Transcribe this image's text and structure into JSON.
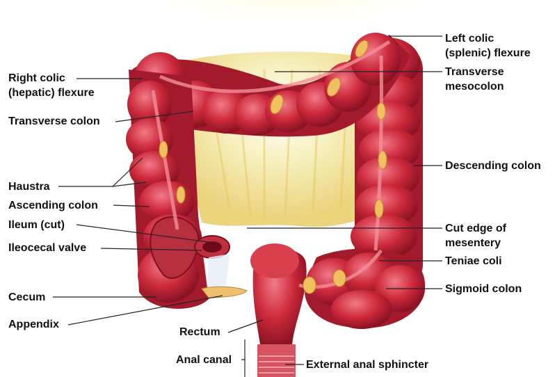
{
  "labels": {
    "right_colic_flexure": [
      "Right colic",
      "(hepatic) flexure"
    ],
    "transverse_colon": "Transverse colon",
    "haustra": "Haustra",
    "ascending_colon": "Ascending colon",
    "ileum_cut": "Ileum (cut)",
    "ileocecal_valve": "Ileocecal valve",
    "cecum": "Cecum",
    "appendix": "Appendix",
    "rectum": "Rectum",
    "anal_canal": "Anal canal",
    "left_colic_flexure": [
      "Left colic",
      "(splenic) flexure"
    ],
    "transverse_mesocolon": [
      "Transverse",
      "mesocolon"
    ],
    "descending_colon": "Descending colon",
    "cut_edge_of_mesentery": [
      "Cut edge of",
      "mesentery"
    ],
    "teniae_coli": "Teniae coli",
    "sigmoid_colon": "Sigmoid colon",
    "external_anal_sphincter": "External anal sphincter"
  },
  "colors": {
    "colon_base": "#c8283a",
    "colon_dark": "#8e1424",
    "colon_highlight": "#f07080",
    "fat": "#f0c060",
    "mesentery": "#f4e8a0",
    "leader_line": "#222222"
  }
}
